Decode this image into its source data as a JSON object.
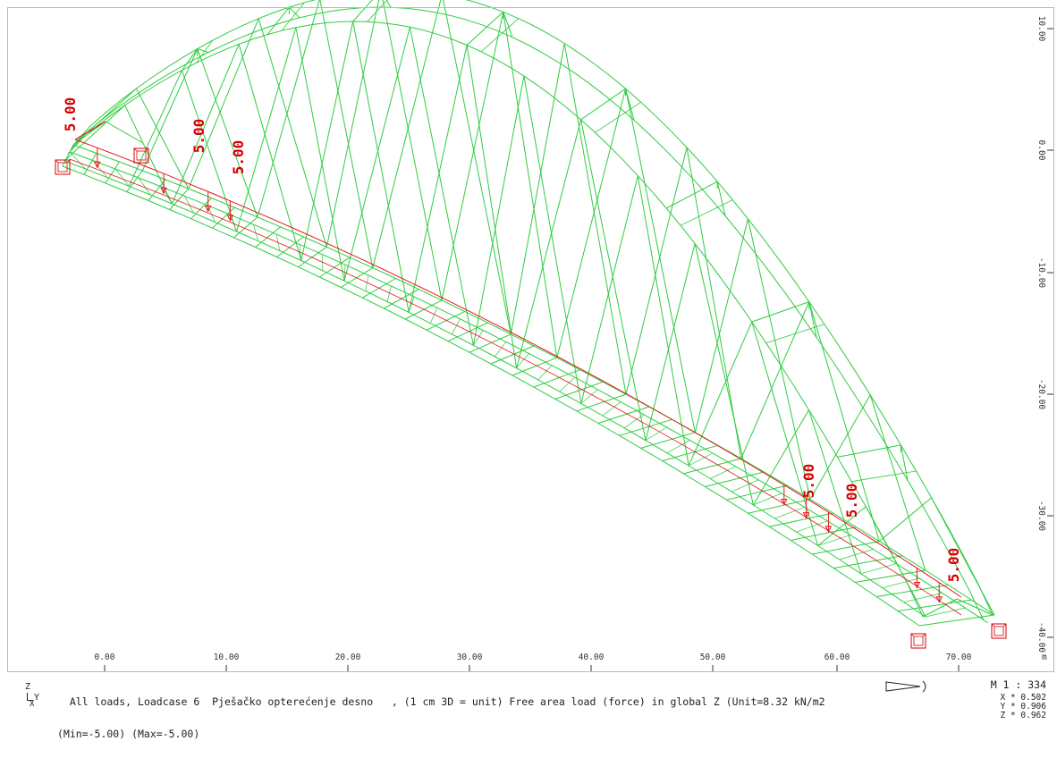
{
  "status": {
    "line1": "All loads, Loadcase 6  Pješačko opterećenje desno   , (1 cm 3D = unit) Free area load (force) in global Z (Unit=8.32 kN/m2",
    "line2": "(Min=-5.00) (Max=-5.00)"
  },
  "axis_indicator": {
    "z": "Z",
    "y": "Y",
    "x": "X"
  },
  "scale": {
    "m": "M 1 : 334",
    "x": "X * 0.502",
    "y": "Y * 0.906",
    "z": "Z * 0.962"
  },
  "x_axis": {
    "labels": [
      "0.00",
      "10.00",
      "20.00",
      "30.00",
      "40.00",
      "50.00",
      "60.00",
      "70.00"
    ],
    "unit": "m"
  },
  "right_axis": {
    "labels": [
      "10.00",
      "0.00",
      "-10.00",
      "-20.00",
      "-30.00",
      "-40.00"
    ]
  },
  "load_labels": [
    "5.00",
    "5.00",
    "5.00",
    "5.00",
    "5.00",
    "5.00"
  ],
  "colors": {
    "structure": "#2ecc40",
    "load": "#e8141c",
    "load_text": "#d50000",
    "support": "#d40000",
    "text": "#222222"
  },
  "icons": {
    "direction_arrow": "right-arrow-outline-icon",
    "axis": "xyz-axis-icon"
  }
}
